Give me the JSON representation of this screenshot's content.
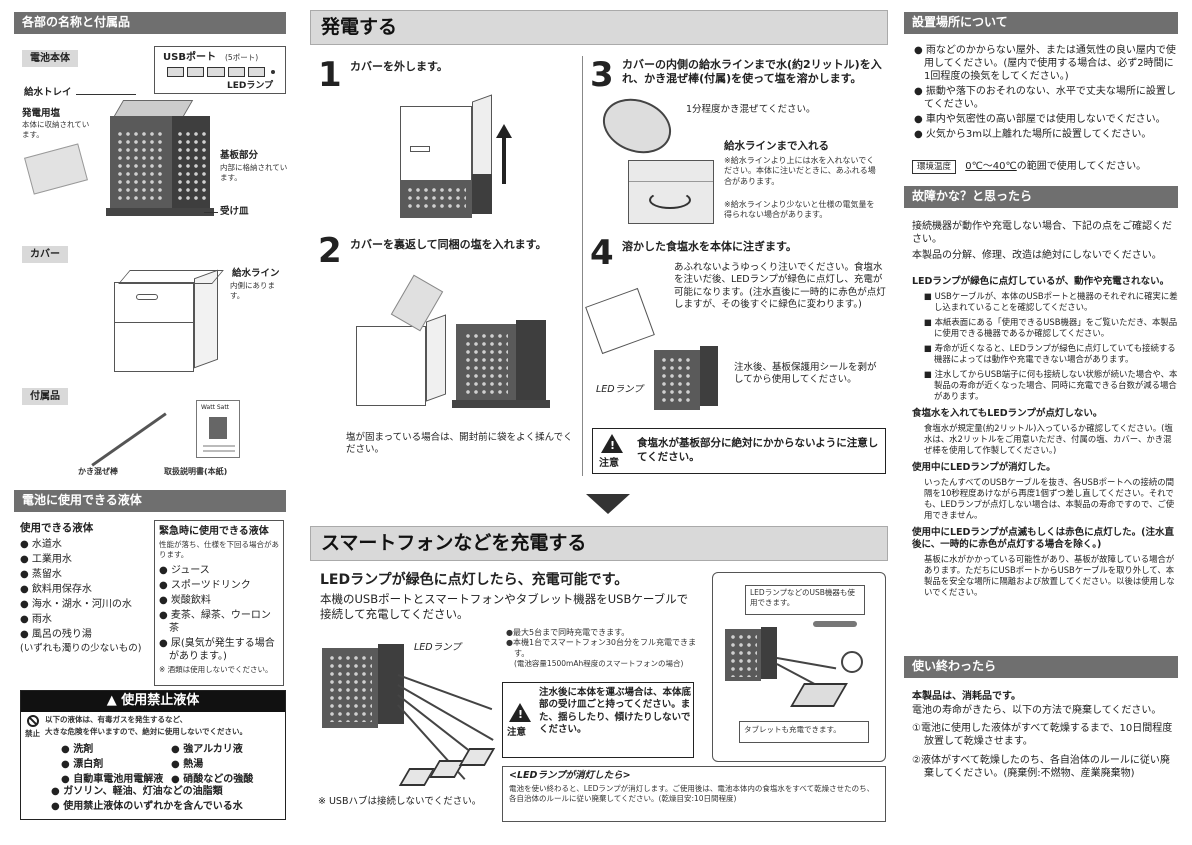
{
  "col1": {
    "parts_header": "各部の名称と付属品",
    "battery_tag": "電池本体",
    "usb_port_label": "USBポート",
    "usb_port_count": "(5ポート)",
    "led_label": "LEDランプ",
    "tray_label": "給水トレイ",
    "salt_title": "発電用塩",
    "salt_desc": "本体に収納されています。",
    "board_title": "基板部分",
    "board_desc": "内部に格納されています。",
    "dish_label": "受け皿",
    "cover_tag": "カバー",
    "waterline_title": "給水ライン",
    "waterline_desc": "内側にあります。",
    "accessory_tag": "付属品",
    "stir_label": "かき混ぜ棒",
    "manual_label": "取扱説明書(本紙)",
    "manual_brand": "Watt Satt",
    "liquids_header": "電池に使用できる液体",
    "usable_title": "使用できる液体",
    "usable_items": [
      "水道水",
      "工業用水",
      "蒸留水",
      "飲料用保存水",
      "海水・湖水・河川の水",
      "雨水",
      "風呂の残り湯"
    ],
    "usable_note": "(いずれも濁りの少ないもの)",
    "emergency_title": "緊急時に使用できる液体",
    "emergency_desc": "性能が落ち、仕様を下回る場合があります。",
    "emergency_items": [
      "ジュース",
      "スポーツドリンク",
      "炭酸飲料",
      "麦茶、緑茶、ウーロン茶",
      "尿(臭気が発生する場合があります。)"
    ],
    "emergency_note": "※ 酒類は使用しないでください。",
    "prohibited_title": "使用禁止液体",
    "prohibited_intro1": "以下の液体は、有毒ガスを発生するなど、",
    "prohibited_intro2": "大きな危険を伴いますので、絶対に使用しないでください。",
    "prohibited_kinshi": "禁止",
    "prohibited_items_left": [
      "洗剤",
      "漂白剤",
      "自動車電池用電解液"
    ],
    "prohibited_items_right": [
      "強アルカリ液",
      "熱湯",
      "硝酸などの強酸"
    ],
    "prohibited_items_full": [
      "ガソリン、軽油、灯油などの油脂類",
      "使用禁止液体のいずれかを含んでいる水"
    ]
  },
  "col2": {
    "gen_header": "発電する",
    "s1_num": "1",
    "s1_title": "カバーを外します。",
    "s2_num": "2",
    "s2_title": "カバーを裏返して同梱の塩を入れます。",
    "s2_note": "塩が固まっている場合は、開封前に袋をよく揉んでください。",
    "s3_num": "3",
    "s3_title": "カバーの内側の給水ラインまで水(約2リットル)を入れ、かき混ぜ棒(付属)を使って塩を溶かします。",
    "s3_stir": "1分程度かき混ぜてください。",
    "s3_sub": "給水ラインまで入れる",
    "s3_note1": "※給水ラインより上には水を入れないでください。本体に注いだときに、あふれる場合があります。",
    "s3_note2": "※給水ラインより少ないと仕様の電気量を得られない場合があります。",
    "s4_num": "4",
    "s4_title": "溶かした食塩水を本体に注ぎます。",
    "s4_desc": "あふれないようゆっくり注いでください。食塩水を注いだ後、LEDランプが緑色に点灯し、充電が可能になります。(注水直後に一時的に赤色が点灯しますが、その後すぐに緑色に変わります。)",
    "s4_led": "LEDランプ",
    "s4_seal": "注水後、基板保護用シールを剥がしてから使用してください。",
    "caution_label": "注意",
    "caution_text": "食塩水が基板部分に絶対にかからないように注意してください。",
    "charge_header": "スマートフォンなどを充電する",
    "charge_title": "LEDランプが緑色に点灯したら、充電可能です。",
    "charge_desc": "本機のUSBポートとスマートフォンやタブレット機器をUSBケーブルで接続して充電してください。",
    "charge_led": "LEDランプ",
    "charge_b1": "最大5台まで同時充電できます。",
    "charge_b2": "本機1台でスマートフォン30台分をフル充電できます。",
    "charge_b2_note": "(電池容量1500mAh程度のスマートフォンの場合)",
    "charge_usb_note": "※ USBハブは接続しないでください。",
    "move_caution_label": "注意",
    "move_caution": "注水後に本体を運ぶ場合は、本体底部の受け皿ごと持ってください。また、揺らしたり、傾けたりしないでください。",
    "led_off_title": "<LEDランプが消灯したら>",
    "led_off_text": "電池を使い終わると、LEDランプが消灯します。ご使用後は、電池本体内の食塩水をすべて乾燥させたのち、各自治体のルールに従い廃棄してください。(乾燥目安:10日間程度)",
    "callout_usb": "LEDランプなどのUSB機器も使用できます。",
    "callout_tablet": "タブレットも充電できます。"
  },
  "col3": {
    "place_header": "設置場所について",
    "place_items": [
      "雨などのかからない屋外、または通気性の良い屋内で使用してください。(屋内で使用する場合は、必ず2時間に1回程度の換気をしてください。)",
      "振動や落下のおそれのない、水平で丈夫な場所に設置してください。",
      "車内や気密性の高い部屋では使用しないでください。",
      "火気から3m以上離れた場所に設置してください。"
    ],
    "env_temp_label": "環境温度",
    "env_temp_value": "0℃〜40℃",
    "env_temp_suffix": "の範囲で使用してください。",
    "trouble_header": "故障かな？と思ったら",
    "trouble_intro1": "接続機器が動作や充電しない場合、下記の点をご確認ください。",
    "trouble_intro2": "本製品の分解、修理、改造は絶対にしないでください。",
    "t1_title": "LEDランプが緑色に点灯しているが、動作や充電されない。",
    "t1_items": [
      "USBケーブルが、本体のUSBポートと機器のそれぞれに確実に差し込まれていることを確認してください。",
      "本紙表面にある「使用できるUSB機器」をご覧いただき、本製品に使用できる機器であるか確認してください。",
      "寿命が近くなると、LEDランプが緑色に点灯していても接続する機器によっては動作や充電できない場合があります。",
      "注水してからUSB端子に何も接続しない状態が続いた場合や、本製品の寿命が近くなった場合、同時に充電できる台数が減る場合があります。"
    ],
    "t2_title": "食塩水を入れてもLEDランプが点灯しない。",
    "t2_text": "食塩水が規定量(約2リットル)入っているか確認してください。(塩水は、水2リットルをご用意いただき、付属の塩、カバー、かき混ぜ棒を使用して作製してください。)",
    "t3_title": "使用中にLEDランプが消灯した。",
    "t3_text": "いったんすべてのUSBケーブルを抜き、各USBポートへの接続の間隔を10秒程度あけながら再度1個ずつ差し直してください。それでも、LEDランプが点灯しない場合は、本製品の寿命ですので、ご使用できません。",
    "t4_title": "使用中にLEDランプが点滅もしくは赤色に点灯した。(注水直後に、一時的に赤色が点灯する場合を除く。)",
    "t4_text": "基板に水がかかっている可能性があり、基板が故障している場合があります。ただちにUSBポートからUSBケーブルを取り外して、本製品を安全な場所に隔離および放置してください。以後は使用しないでください。",
    "end_header": "使い終わったら",
    "end_title": "本製品は、消耗品です。",
    "end_intro": "電池の寿命がきたら、以下の方法で廃棄してください。",
    "end_1": "①電池に使用した液体がすべて乾燥するまで、10日間程度放置して乾燥させます。",
    "end_2": "②液体がすべて乾燥したのち、各自治体のルールに従い廃棄してください。(廃棄例:不燃物、産業廃棄物)"
  }
}
